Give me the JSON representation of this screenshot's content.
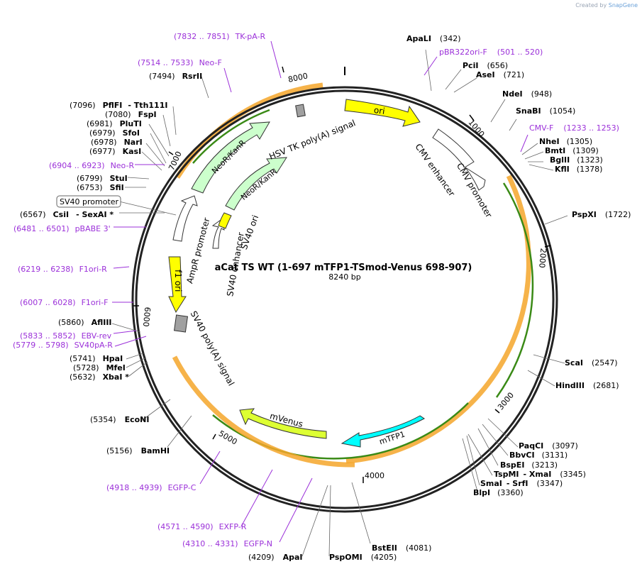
{
  "credit": {
    "prefix": "Created by",
    "brand": "SnapGene"
  },
  "plasmid": {
    "name": "aCat TS WT (1-697 mTFP1-TSmod-Venus 698-907)",
    "size_label": "8240 bp"
  },
  "ticks": [
    "1000",
    "2000",
    "3000",
    "4000",
    "5000",
    "6000",
    "7000",
    "8000"
  ],
  "enzymes": [
    {
      "name": "ApaLI",
      "pos": "(342)"
    },
    {
      "name": "PciI",
      "pos": "(656)"
    },
    {
      "name": "AseI",
      "pos": "(721)"
    },
    {
      "name": "NdeI",
      "pos": "(948)"
    },
    {
      "name": "SnaBI",
      "pos": "(1054)"
    },
    {
      "name": "NheI",
      "pos": "(1305)"
    },
    {
      "name": "BmtI",
      "pos": "(1309)"
    },
    {
      "name": "BglII",
      "pos": "(1323)"
    },
    {
      "name": "KflI",
      "pos": "(1378)"
    },
    {
      "name": "PspXI",
      "pos": "(1722)"
    },
    {
      "name": "ScaI",
      "pos": "(2547)"
    },
    {
      "name": "HindIII",
      "pos": "(2681)"
    },
    {
      "name": "PaqCI",
      "pos": "(3097)"
    },
    {
      "name": "BbvCI",
      "pos": "(3131)"
    },
    {
      "name": "BspEI",
      "pos": "(3213)"
    },
    {
      "name": "TspMI",
      "pos": ""
    },
    {
      "name": "- XmaI",
      "pos": "(3345)"
    },
    {
      "name": "SmaI",
      "pos": ""
    },
    {
      "name": "- SrfI",
      "pos": "(3347)"
    },
    {
      "name": "BlpI",
      "pos": "(3360)"
    },
    {
      "name": "BstEII",
      "pos": "(4081)"
    },
    {
      "name": "PspOMI",
      "pos": "(4205)"
    },
    {
      "name": "ApaI",
      "pos": "(4209)"
    },
    {
      "name": "BamHI",
      "pos": "(5156)"
    },
    {
      "name": "EcoNI",
      "pos": "(5354)"
    },
    {
      "name": "XbaI *",
      "pos": "(5632)"
    },
    {
      "name": "MfeI",
      "pos": "(5728)"
    },
    {
      "name": "HpaI",
      "pos": "(5741)"
    },
    {
      "name": "AflIII",
      "pos": "(5860)"
    },
    {
      "name": "CsiI",
      "pos": "(6567)"
    },
    {
      "name": "- SexAI *",
      "pos": ""
    },
    {
      "name": "SfiI",
      "pos": "(6753)"
    },
    {
      "name": "StuI",
      "pos": "(6799)"
    },
    {
      "name": "KasI",
      "pos": "(6977)"
    },
    {
      "name": "NarI",
      "pos": "(6978)"
    },
    {
      "name": "SfoI",
      "pos": "(6979)"
    },
    {
      "name": "PluTI",
      "pos": "(6981)"
    },
    {
      "name": "FspI",
      "pos": "(7080)"
    },
    {
      "name": "PflFI",
      "pos": "(7096)"
    },
    {
      "name": "- Tth111I",
      "pos": ""
    },
    {
      "name": "RsrII",
      "pos": "(7494)"
    }
  ],
  "primers": [
    {
      "name": "TK-pA-R",
      "range": "(7832 .. 7851)"
    },
    {
      "name": "Neo-F",
      "range": "(7514 .. 7533)"
    },
    {
      "name": "pBR322ori-F",
      "range": "(501 .. 520)"
    },
    {
      "name": "CMV-F",
      "range": "(1233 .. 1253)"
    },
    {
      "name": "Neo-R",
      "range": "(6904 .. 6923)"
    },
    {
      "name": "pBABE 3'",
      "range": "(6481 .. 6501)"
    },
    {
      "name": "F1ori-R",
      "range": "(6219 .. 6238)"
    },
    {
      "name": "F1ori-F",
      "range": "(6007 .. 6028)"
    },
    {
      "name": "EBV-rev",
      "range": "(5833 .. 5852)"
    },
    {
      "name": "SV40pA-R",
      "range": "(5779 .. 5798)"
    },
    {
      "name": "EGFP-C",
      "range": "(4918 .. 4939)"
    },
    {
      "name": "EXFP-R",
      "range": "(4571 .. 4590)"
    },
    {
      "name": "EGFP-N",
      "range": "(4310 .. 4331)"
    }
  ],
  "features": [
    {
      "name": "ori",
      "color": "#ffff00"
    },
    {
      "name": "CMV enhancer",
      "color": "#ffffff"
    },
    {
      "name": "CMV promoter",
      "color": "#ffffff"
    },
    {
      "name": "mTFP1",
      "color": "#00ffff"
    },
    {
      "name": "mVenus",
      "color": "#ddff33"
    },
    {
      "name": "SV40 poly(A) signal",
      "color": "#a0a0a0"
    },
    {
      "name": "f1 ori",
      "color": "#ffff00"
    },
    {
      "name": "AmpR promoter",
      "color": "#ffffff"
    },
    {
      "name": "SV40 promoter",
      "color": "#ffffff"
    },
    {
      "name": "SV40 ori",
      "color": "#ffff00"
    },
    {
      "name": "NeoR/KanR",
      "color": "#ccffcc"
    },
    {
      "name": "HSV TK poly(A) signal",
      "color": "#a0a0a0"
    },
    {
      "name": "SV40 enhancer",
      "color": "#ffffff"
    }
  ],
  "colors": {
    "backbone": "#222222",
    "primer": "#9b30d9",
    "orf_fill": "#f4a62a",
    "orf_line": "#3a8a16"
  }
}
